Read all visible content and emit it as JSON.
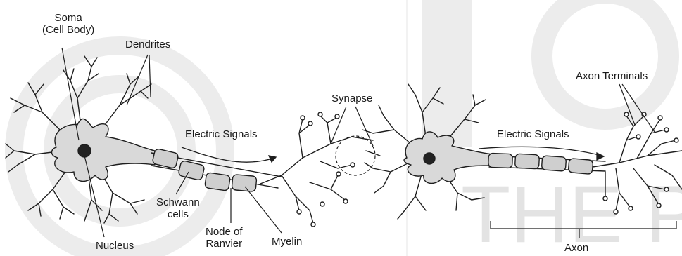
{
  "labels": {
    "soma": "Soma\n(Cell Body)",
    "dendrites": "Dendrites",
    "electric_signals_1": "Electric Signals",
    "electric_signals_2": "Electric Signals",
    "synapse": "Synapse",
    "axon_terminals": "Axon Terminals",
    "schwann_cells": "Schwann\ncells",
    "node_of_ranvier": "Node of\nRanvier",
    "myelin": "Myelin",
    "nucleus": "Nucleus",
    "axon": "Axon"
  },
  "watermark": {
    "text": "THE P",
    "color": "#e3e3e3"
  },
  "colors": {
    "cell_fill": "#d9d9d9",
    "outline": "#1e1e1e",
    "myelin_fill": "#cfcfcf",
    "nucleus_fill": "#222222"
  }
}
